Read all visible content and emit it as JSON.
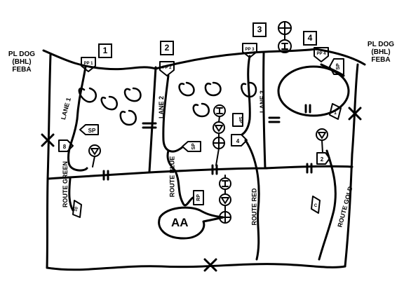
{
  "phase_line": {
    "left": {
      "line1": "PL DOG",
      "line2": "(BHL)",
      "line3": "FEBA"
    },
    "right": {
      "line1": "PL DOG",
      "line2": "(BHL)",
      "line3": "FEBA"
    }
  },
  "sectors": [
    "1",
    "2",
    "3",
    "4"
  ],
  "passage_points": [
    "PP 1",
    "PP 2",
    "PP 3",
    "PP 4"
  ],
  "lanes": [
    "LANE 1",
    "LANE 2",
    "LANE 3"
  ],
  "routes": [
    "ROUTE GREEN",
    "ROUTE BLUE",
    "ROUTE RED",
    "ROUTE GOLD"
  ],
  "markers": {
    "sp": "SP",
    "rp": "RP",
    "assembly_area": "AA",
    "tag_8": "8",
    "tag_4": "4",
    "tag_2": "2",
    "tag_1": "1",
    "tag_10": "10",
    "tag_c": "C"
  }
}
